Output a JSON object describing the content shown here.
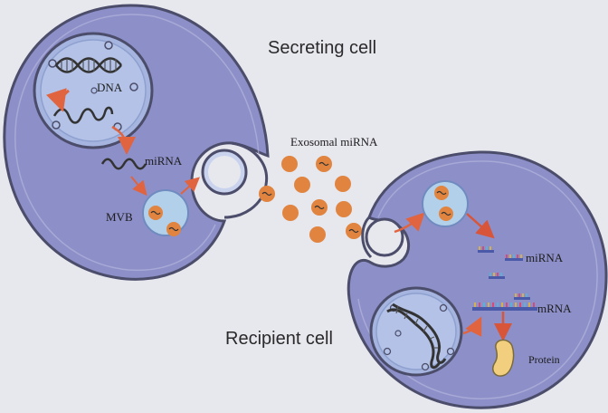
{
  "labels": {
    "secreting_cell": "Secreting cell",
    "recipient_cell": "Recipient cell",
    "dna": "DNA",
    "mirna_left": "miRNA",
    "mvb": "MVB",
    "exosomal_mirna": "Exosomal miRNA",
    "mirna_right": "miRNA",
    "mrna": "mRNA",
    "protein": "Protein"
  },
  "colors": {
    "cell_fill": "#8d8fc8",
    "cell_outline": "#5a5a7a",
    "nucleus_fill": "#b3c2e6",
    "exosome": "#e0843f",
    "arrow": "#e0643f",
    "protein": "#f1cf7e"
  }
}
